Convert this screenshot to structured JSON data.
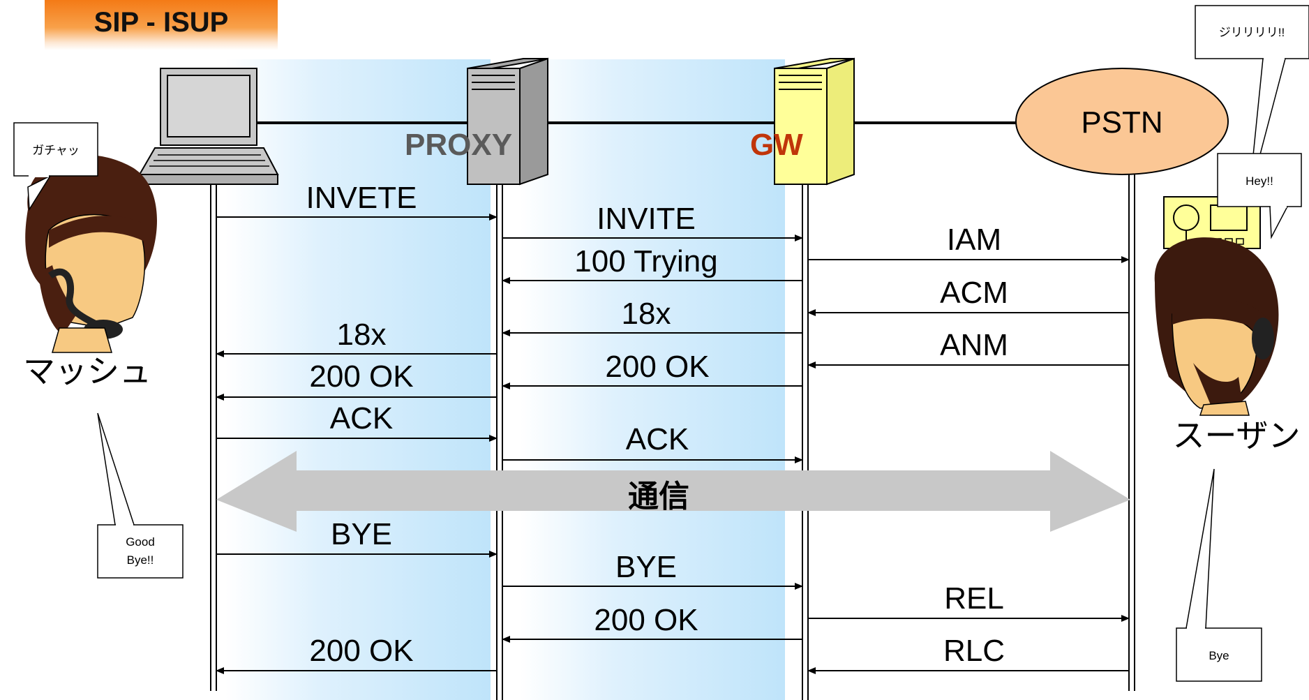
{
  "title": "SIP - ISUP",
  "nodes": {
    "proxy": "PROXY",
    "gw": "GW",
    "pstn": "PSTN"
  },
  "people": {
    "left_name": "マッシュ",
    "right_name": "スーザン"
  },
  "bubbles": {
    "left_top": "ガチャッ",
    "left_bottom_line1": "Good",
    "left_bottom_line2": "Bye!!",
    "right_top": "ジリリリリ!!",
    "right_mid": "Hey!!",
    "right_bottom": "Bye"
  },
  "messages": {
    "invete": "INVETE",
    "invite": "INVITE",
    "trying": "100 Trying",
    "iam": "IAM",
    "acm": "ACM",
    "r18x_gw": "18x",
    "r18x_ua": "18x",
    "anm": "ANM",
    "ok200_gw": "200 OK",
    "ok200_ua": "200 OK",
    "ack_ua": "ACK",
    "ack_gw": "ACK",
    "call": "通信",
    "bye_ua": "BYE",
    "bye_gw": "BYE",
    "rel": "REL",
    "ok200_bye_gw": "200 OK",
    "rlc": "RLC",
    "ok200_bye_ua": "200 OK"
  },
  "colors": {
    "proxy_label": "#5a5a5a",
    "gw_label": "#c0350a",
    "pstn_fill": "#fbc795",
    "server_gray": "#c0c0c0",
    "server_yellow": "#ffff99",
    "band": "#cfe9fb",
    "call_arrow": "#c8c8c8"
  }
}
